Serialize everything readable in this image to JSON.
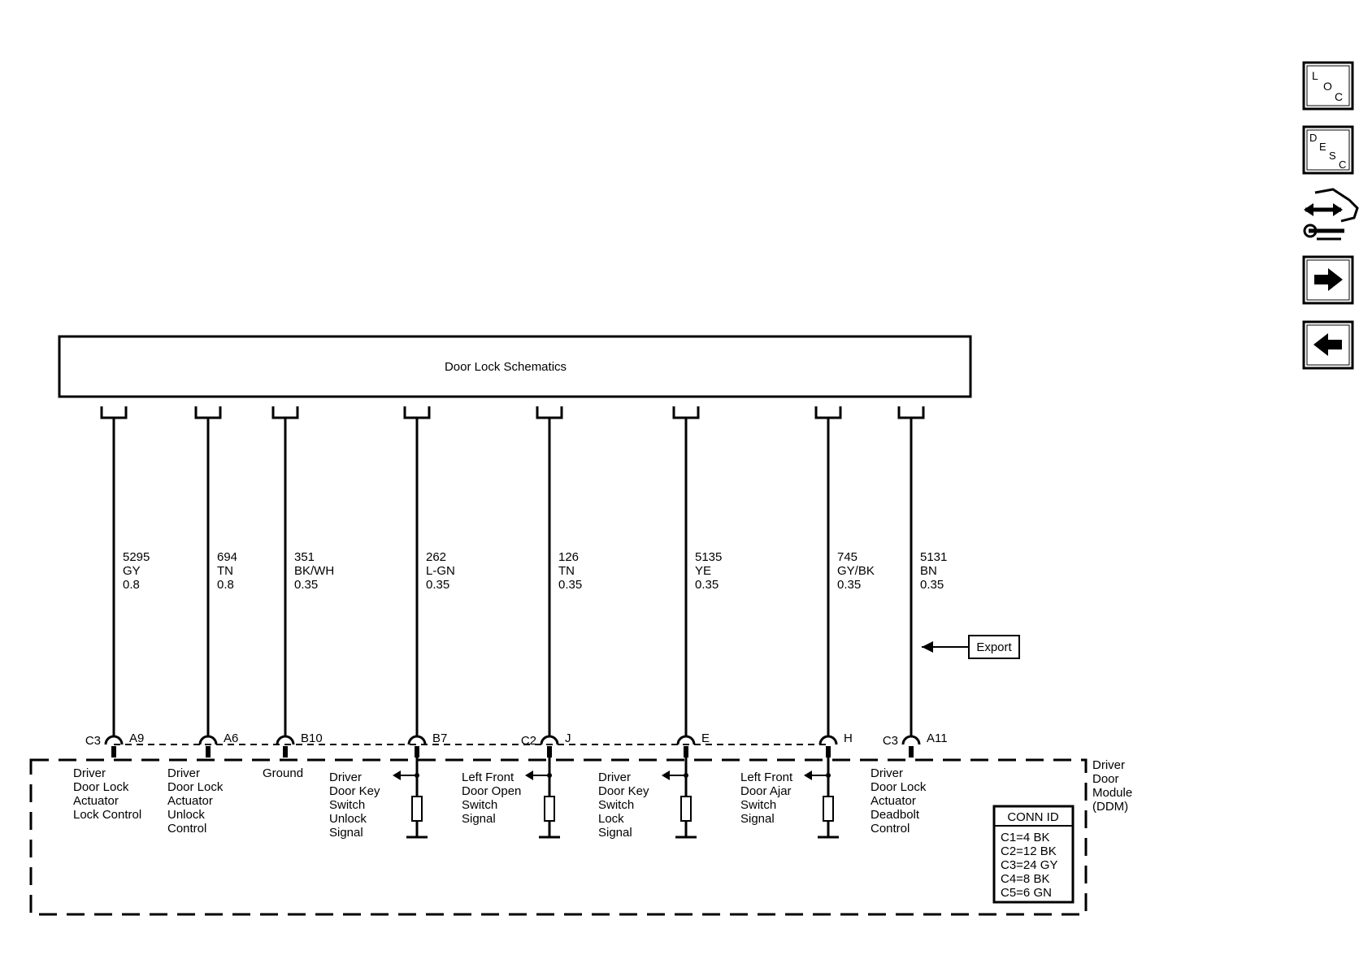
{
  "harness": {
    "title": "Door Lock Schematics"
  },
  "wires": [
    {
      "id": "w1",
      "circuit": "5295",
      "color": "GY",
      "gauge": "0.8",
      "conn": "C3",
      "pin": "A9",
      "kind": "plain",
      "func": [
        "Driver",
        "Door Lock",
        "Actuator",
        "Lock Control"
      ]
    },
    {
      "id": "w2",
      "circuit": "694",
      "color": "TN",
      "gauge": "0.8",
      "conn": "",
      "pin": "A6",
      "kind": "plain",
      "func": [
        "Driver",
        "Door Lock",
        "Actuator",
        "Unlock",
        "Control"
      ]
    },
    {
      "id": "w3",
      "circuit": "351",
      "color": "BK/WH",
      "gauge": "0.35",
      "conn": "",
      "pin": "B10",
      "kind": "plain",
      "func": [
        "Ground"
      ]
    },
    {
      "id": "w4",
      "circuit": "262",
      "color": "L-GN",
      "gauge": "0.35",
      "conn": "",
      "pin": "B7",
      "kind": "switch",
      "func": [
        "Driver",
        "Door Key",
        "Switch",
        "Unlock",
        "Signal"
      ]
    },
    {
      "id": "w5",
      "circuit": "126",
      "color": "TN",
      "gauge": "0.35",
      "conn": "C2",
      "pin": "J",
      "kind": "switch",
      "func": [
        "Left Front",
        "Door Open",
        "Switch",
        "Signal"
      ]
    },
    {
      "id": "w6",
      "circuit": "5135",
      "color": "YE",
      "gauge": "0.35",
      "conn": "",
      "pin": "E",
      "kind": "switch",
      "func": [
        "Driver",
        "Door Key",
        "Switch",
        "Lock",
        "Signal"
      ]
    },
    {
      "id": "w7",
      "circuit": "745",
      "color": "GY/BK",
      "gauge": "0.35",
      "conn": "",
      "pin": "H",
      "kind": "switch",
      "func": [
        "Left Front",
        "Door Ajar",
        "Switch",
        "Signal"
      ]
    },
    {
      "id": "w8",
      "circuit": "5131",
      "color": "BN",
      "gauge": "0.35",
      "conn": "C3",
      "pin": "A11",
      "kind": "plain",
      "func": [
        "Driver",
        "Door Lock",
        "Actuator",
        "Deadbolt",
        "Control"
      ]
    }
  ],
  "export_label": "Export",
  "module": {
    "name_lines": [
      "Driver",
      "Door",
      "Module",
      "(DDM)"
    ]
  },
  "conn_table": {
    "title": "CONN ID",
    "rows": [
      "C1=4 BK",
      "C2=12 BK",
      "C3=24 GY",
      "C4=8 BK",
      "C5=6 GN"
    ]
  },
  "toolbar": {
    "loc": [
      "L",
      "O",
      "C"
    ],
    "desc": [
      "D",
      "E",
      "S",
      "C"
    ],
    "tool_icon": "connector-tool-icon",
    "next_icon": "arrow-right-icon",
    "prev_icon": "arrow-left-icon"
  }
}
